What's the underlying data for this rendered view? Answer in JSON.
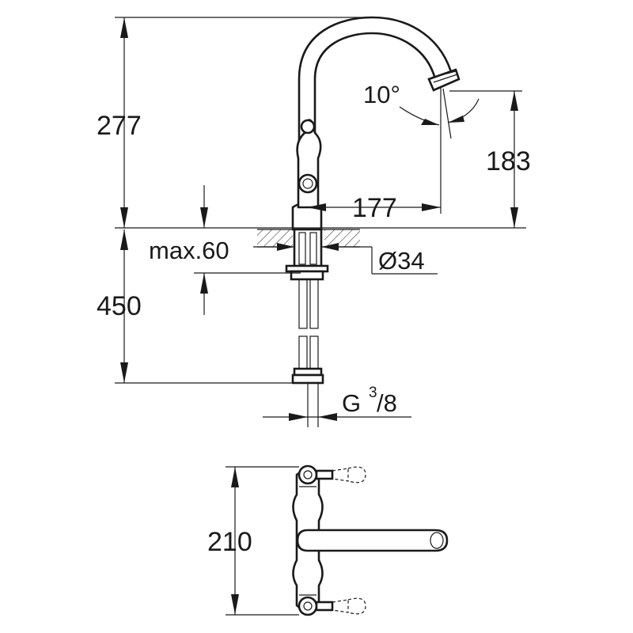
{
  "drawing": {
    "colors": {
      "line": "#1a1a1a",
      "background": "#ffffff"
    },
    "dimensions": {
      "total_height": "277",
      "spout_height": "183",
      "spout_reach": "177",
      "swivel_angle": "10°",
      "max_deck_thickness": "max.60",
      "mounting_hole": "Ø34",
      "hose_length": "450",
      "connection_thread": "G",
      "thread_numerator": "3",
      "thread_denominator": "/8",
      "handle_span": "210"
    }
  }
}
